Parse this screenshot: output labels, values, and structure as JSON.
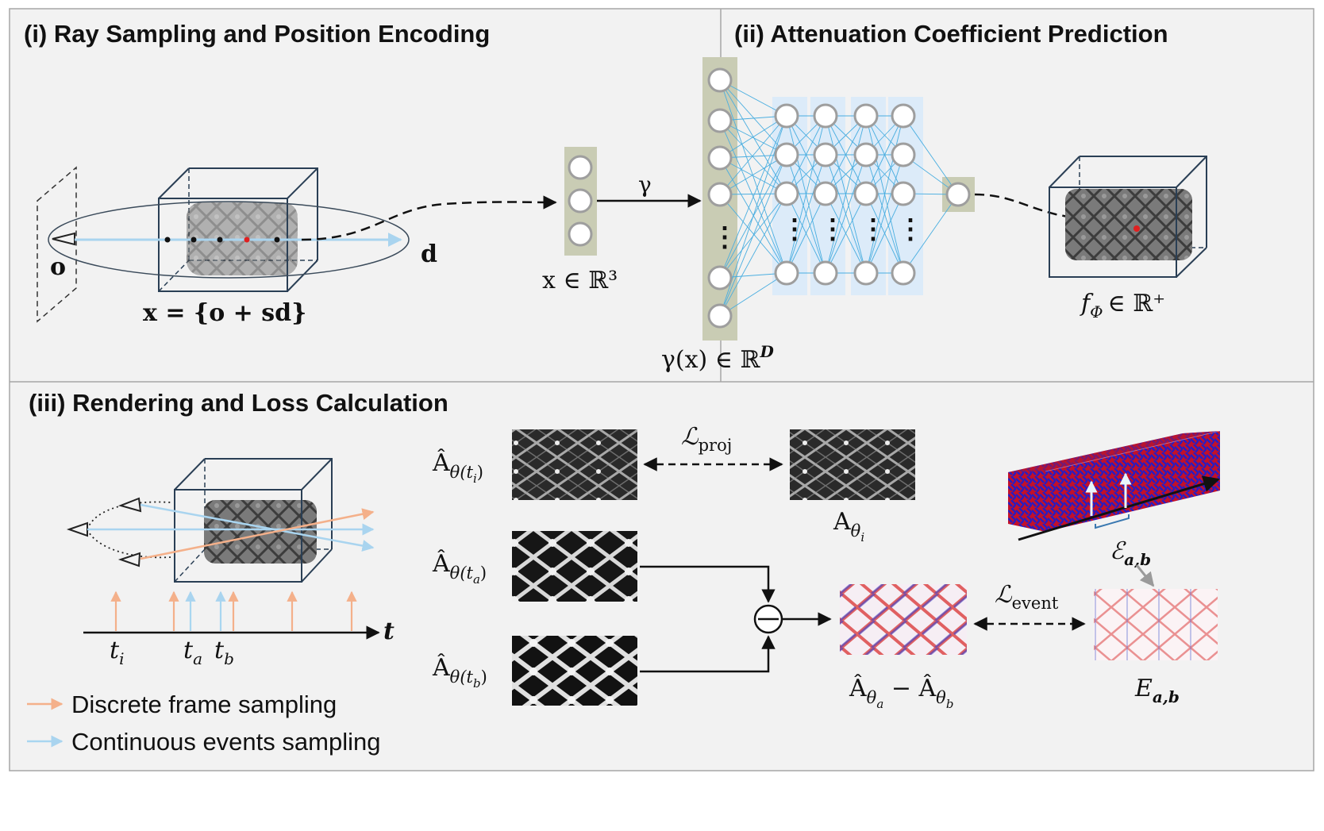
{
  "panels": {
    "ray_sampling": {
      "title": "(i) Ray Sampling and Position Encoding"
    },
    "attenuation": {
      "title": "(ii) Attenuation Coefficient Prediction"
    },
    "rendering": {
      "title": "(iii) Rendering and Loss Calculation"
    }
  },
  "labels": {
    "origin": "o",
    "direction": "d",
    "sample_eq": "x =  {o + sd}",
    "x_in_r3": "x ∈ ℝ³",
    "gamma": "γ",
    "gamma_x": "γ(x) ∈ ℝ",
    "gamma_dim": "D",
    "f_phi": "f",
    "f_phi_sub": "Φ",
    "f_phi_rest": "∈ ℝ⁺",
    "ellipsis": "⋮"
  },
  "timeline": {
    "axis": "t",
    "ti": "t",
    "ti_sub": "i",
    "ta": "t",
    "ta_sub": "a",
    "tb": "t",
    "tb_sub": "b"
  },
  "rendered": {
    "a_ti": "Â",
    "a_ti_sub": "θ(t",
    "a_ti_subsub": "i",
    "a_ti_close": ")",
    "a_ta": "Â",
    "a_ta_sub": "θ(t",
    "a_ta_subsub": "a",
    "a_ta_close": ")",
    "a_tb": "Â",
    "a_tb_sub": "θ(t",
    "a_tb_subsub": "b",
    "a_tb_close": ")",
    "a_gt": "A",
    "a_gt_sub": "θ",
    "a_gt_subsub": "i",
    "diff": "Â",
    "diff_sub_a": "θ",
    "diff_subsub_a": "a",
    "diff_minus": " − Â",
    "diff_sub_b": "θ",
    "diff_subsub_b": "b"
  },
  "losses": {
    "proj": "ℒ",
    "proj_sub": "proj",
    "event": "ℒ",
    "event_sub": "event"
  },
  "events": {
    "cal_e": "ℰ",
    "cal_e_sub": "a,b",
    "e_ab": "E",
    "e_ab_sub": "a,b"
  },
  "legend": {
    "discrete": "Discrete frame sampling",
    "continuous": "Continuous events sampling"
  },
  "colors": {
    "panel_border": "#a6a6a6",
    "cube_stroke": "#2a3f55",
    "layer_olive": "#c9ccb4",
    "layer_blue": "#dcebf9",
    "neuron_stroke": "#9e9e9e",
    "connection": "#4aaee0",
    "ray_light_blue": "#a9d4ef",
    "discrete_orange": "#f4b08a",
    "continuous_blue": "#a8d6f0",
    "red_sample": "#e02020",
    "event_red": "#d42020",
    "event_blue": "#2030c8"
  }
}
